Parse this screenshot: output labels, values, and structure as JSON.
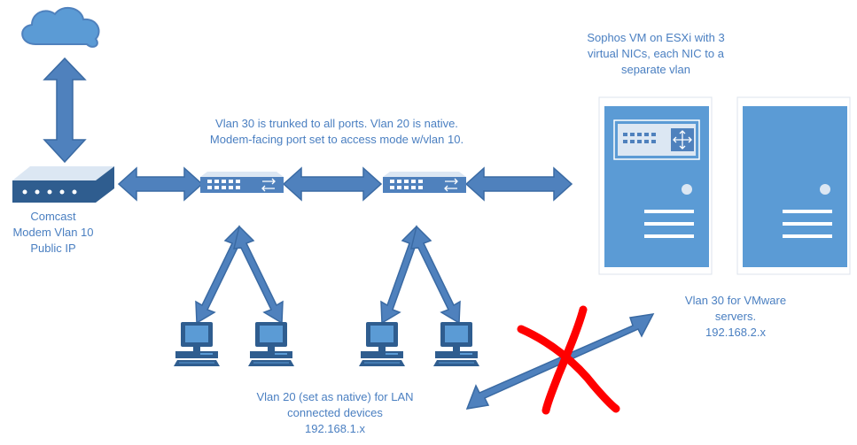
{
  "colors": {
    "accent": "#4a7fc1",
    "device_dark": "#2f5d8f",
    "server_body": "#5b9bd5",
    "arrow_fill": "#4f81bd",
    "arrow_stroke": "#3a6aa3",
    "cross": "#ff0000",
    "text": "#4a7fc1"
  },
  "labels": {
    "modem": [
      "Comcast",
      "Modem Vlan 10",
      "Public IP"
    ],
    "trunk": [
      "Vlan 30 is trunked to all ports. Vlan 20 is native.",
      "Modem-facing port set to access mode w/vlan 10."
    ],
    "sophos": [
      "Sophos VM on ESXi with 3",
      "virtual NICs, each NIC to a",
      "separate vlan"
    ],
    "vmware": [
      "Vlan 30 for VMware",
      "servers.",
      "192.168.2.x"
    ],
    "lan": [
      "Vlan 20 (set as native) for LAN",
      "connected devices",
      "192.168.1.x"
    ]
  },
  "icons": {
    "cloud": "cloud-icon",
    "modem": "modem-icon",
    "switch": "switch-icon",
    "server": "server-icon",
    "computer": "computer-icon",
    "cross": "red-x-mark"
  }
}
